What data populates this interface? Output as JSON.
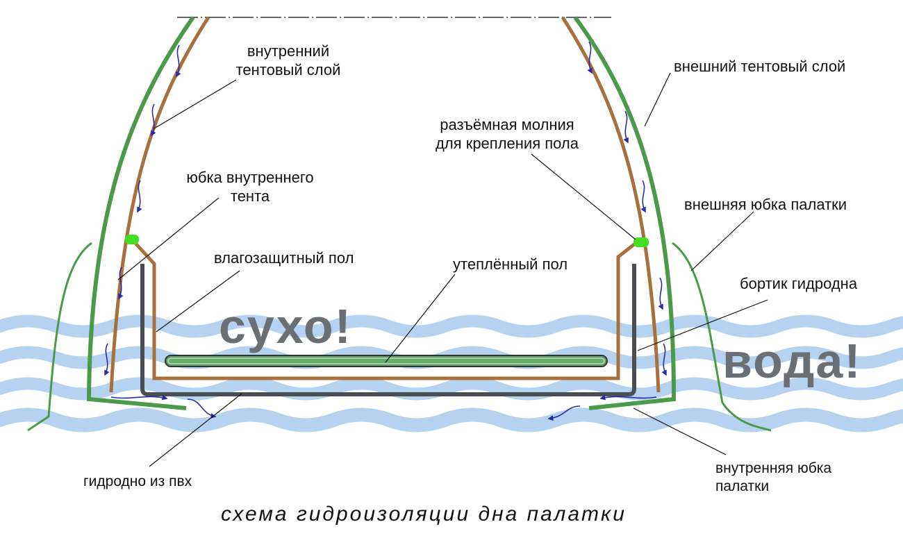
{
  "diagram": {
    "caption": "схема гидроизоляции дна палатки",
    "callouts": {
      "dry": "сухо!",
      "water": "вода!"
    },
    "labels": {
      "inner_tent_layer_1": "внутренний",
      "inner_tent_layer_2": "тентовый слой",
      "outer_tent_layer": "внешний тентовый слой",
      "zipper_1": "разъёмная молния",
      "zipper_2": "для крепления пола",
      "inner_skirt_1": "юбка внутреннего",
      "inner_skirt_2": "тента",
      "outer_skirt": "внешняя юбка палатки",
      "waterproof_floor": "влагозащитный пол",
      "insulated_floor": "утеплённый пол",
      "tub_edge": "бортик гидродна",
      "pvc_tub_floor": "гидродно из пвх",
      "tent_inner_skirt_1": "внутренняя юбка",
      "tent_inner_skirt_2": "палатки"
    },
    "colors": {
      "outer_layer": "#4a9a4a",
      "inner_layer": "#a8703c",
      "tub_floor": "#4a4d52",
      "zipper": "#44dd22",
      "water": "#9cc4ea",
      "flow_arrows": "#2a2aa8",
      "callout_text": "#6b6e73"
    }
  }
}
